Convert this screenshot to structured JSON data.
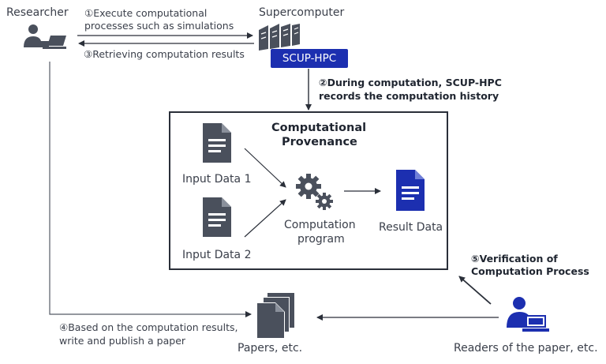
{
  "researcher": {
    "label": "Researcher"
  },
  "supercomputer": {
    "label": "Supercomputer",
    "badge": "SCUP-HPC"
  },
  "steps": {
    "s1_line1": "①Execute computational",
    "s1_line2": "processes such as simulations",
    "s3": "③Retrieving computation results",
    "s2_line1": "②During computation, SCUP-HPC",
    "s2_line2": "records the computation history",
    "s4_line1": "④Based on the computation results,",
    "s4_line2": "write and publish a paper",
    "s5_line1": "⑤Verification of",
    "s5_line2": "Computation Process"
  },
  "provenance": {
    "title_line1": "Computational",
    "title_line2": "Provenance",
    "input1": "Input Data 1",
    "input2": "Input Data 2",
    "program_line1": "Computation",
    "program_line2": "program",
    "result": "Result Data"
  },
  "papers": {
    "label": "Papers, etc."
  },
  "readers": {
    "label": "Readers of the paper, etc."
  },
  "colors": {
    "dark": "#4a505c",
    "blue": "#1c2fb0",
    "text": "#333a45"
  }
}
